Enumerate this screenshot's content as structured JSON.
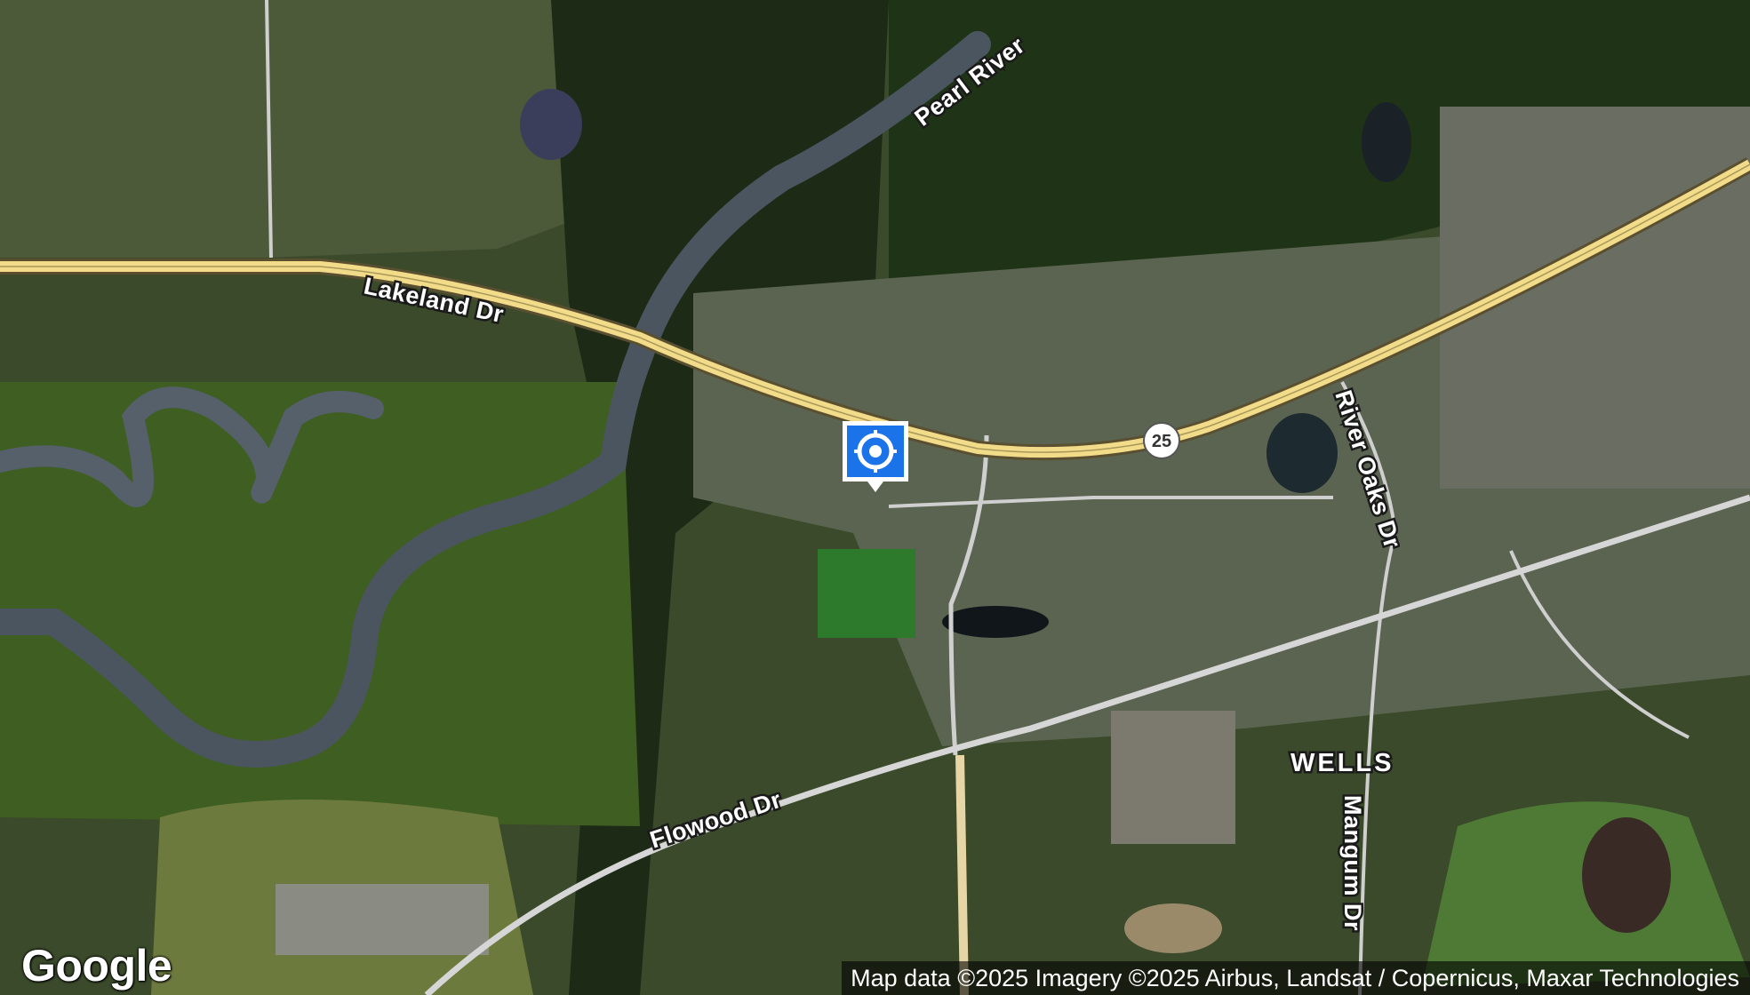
{
  "map": {
    "roads": {
      "lakeland_dr": "Lakeland Dr",
      "river_oaks_dr": "River Oaks Dr",
      "flowood_dr": "Flowood Dr",
      "mangum_dr": "Mangum Dr",
      "route_shield": "25"
    },
    "water": {
      "pearl_river": "Pearl River"
    },
    "places": {
      "wells": "WELLS"
    },
    "marker": {
      "icon": "location-target-icon",
      "color": "#1a73e8"
    },
    "colors": {
      "highway": "#f2dc8a",
      "road": "#d0d0d0",
      "river": "#4a5560",
      "forest": "#263a1c"
    }
  },
  "footer": {
    "logo_text": "Google",
    "attribution": "Map data ©2025 Imagery ©2025 Airbus, Landsat / Copernicus, Maxar Technologies"
  }
}
